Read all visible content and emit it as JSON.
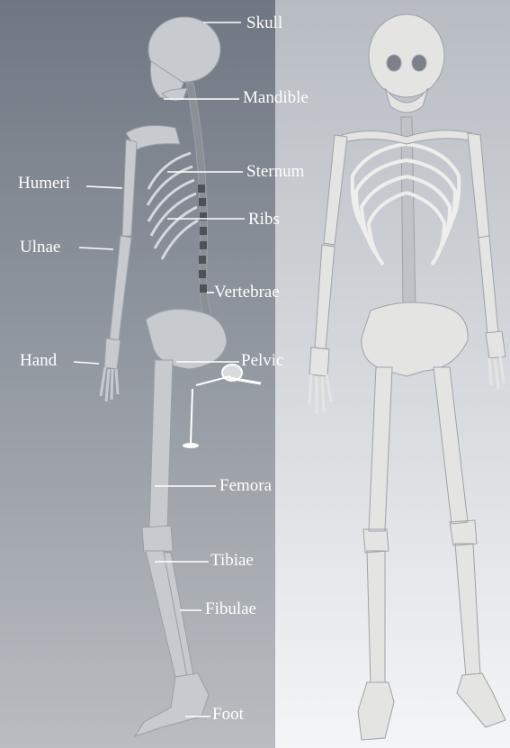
{
  "labels": {
    "skull": "Skull",
    "mandible": "Mandible",
    "humeri": "Humeri",
    "sternum": "Sternum",
    "ribs": "Ribs",
    "ulnae": "Ulnae",
    "vertebrae": "Vertebrae",
    "hand": "Hand",
    "pelvic": "Pelvic",
    "femora": "Femora",
    "tibiae": "Tibiae",
    "fibulae": "Fibulae",
    "foot": "Foot"
  },
  "colors": {
    "left_panel_top": "#6f7782",
    "left_panel_bottom": "#b9bdc2",
    "right_panel_top": "#b7bcc3",
    "right_panel_bottom": "#f4f5f6",
    "bone_side_view": "#c7cbd0",
    "bone_front_view": "#e4e4e2",
    "label_text": "#ffffff",
    "leader_line": "#ffffff"
  }
}
